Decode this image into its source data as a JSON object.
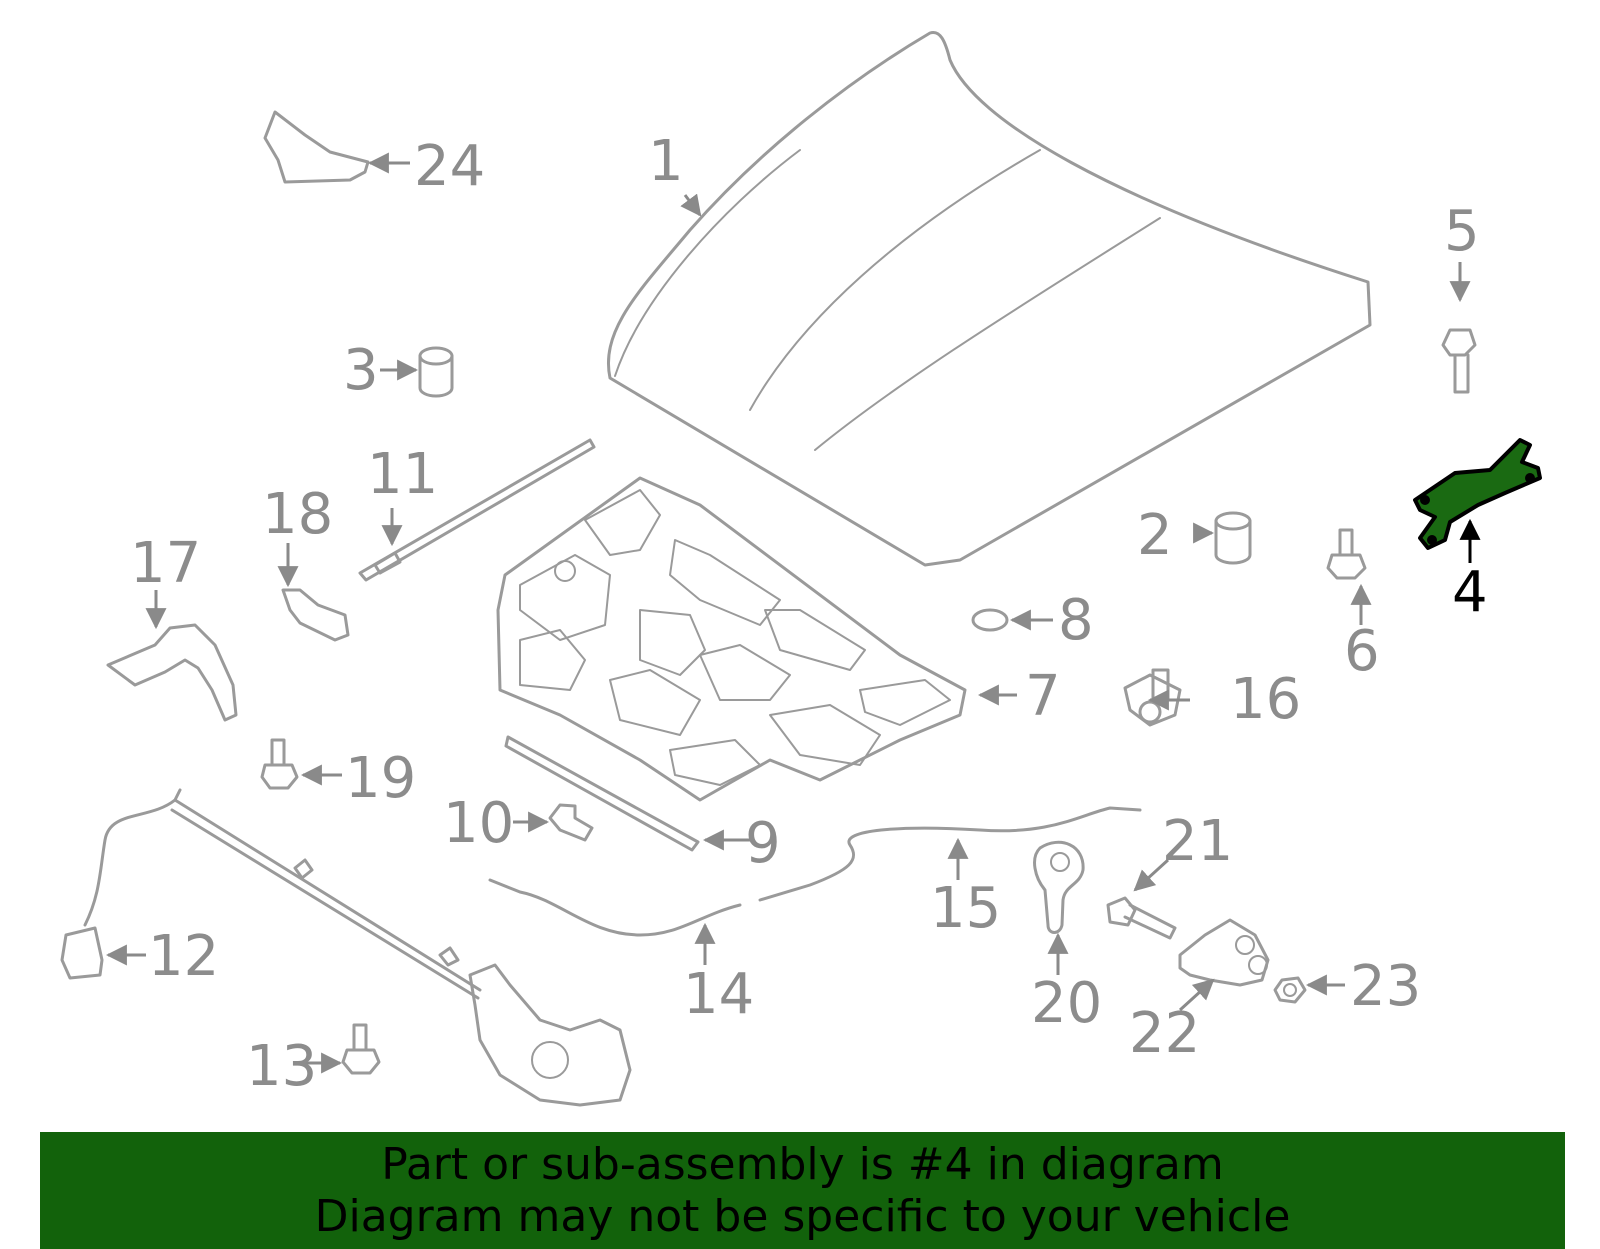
{
  "callouts": [
    {
      "id": "1",
      "label": "1"
    },
    {
      "id": "2",
      "label": "2"
    },
    {
      "id": "3",
      "label": "3"
    },
    {
      "id": "4",
      "label": "4"
    },
    {
      "id": "5",
      "label": "5"
    },
    {
      "id": "6",
      "label": "6"
    },
    {
      "id": "7",
      "label": "7"
    },
    {
      "id": "8",
      "label": "8"
    },
    {
      "id": "9",
      "label": "9"
    },
    {
      "id": "10",
      "label": "10"
    },
    {
      "id": "11",
      "label": "11"
    },
    {
      "id": "12",
      "label": "12"
    },
    {
      "id": "13",
      "label": "13"
    },
    {
      "id": "14",
      "label": "14"
    },
    {
      "id": "15",
      "label": "15"
    },
    {
      "id": "16",
      "label": "16"
    },
    {
      "id": "17",
      "label": "17"
    },
    {
      "id": "18",
      "label": "18"
    },
    {
      "id": "19",
      "label": "19"
    },
    {
      "id": "20",
      "label": "20"
    },
    {
      "id": "21",
      "label": "21"
    },
    {
      "id": "22",
      "label": "22"
    },
    {
      "id": "23",
      "label": "23"
    },
    {
      "id": "24",
      "label": "24"
    }
  ],
  "highlighted_part": "4",
  "colors": {
    "highlight": "#1a6a12",
    "banner": "#12620b",
    "part_stroke": "#9a9a9a"
  },
  "banner": {
    "line1": "Part or sub-assembly is #4 in diagram",
    "line2": "Diagram may not be specific to your vehicle"
  }
}
